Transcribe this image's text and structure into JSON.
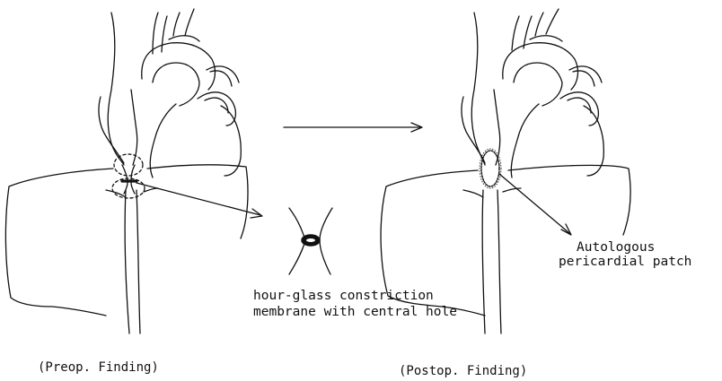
{
  "labels": {
    "hourglass": "hour-glass constriction",
    "membrane": "membrane with central hole",
    "autologous": "Autologous",
    "pericardial_patch": "pericardial patch"
  },
  "captions": {
    "preop": "(Preop. Finding)",
    "postop": "(Postop. Finding)"
  },
  "colors": {
    "ink": "#111111",
    "paper": "#ffffff"
  }
}
